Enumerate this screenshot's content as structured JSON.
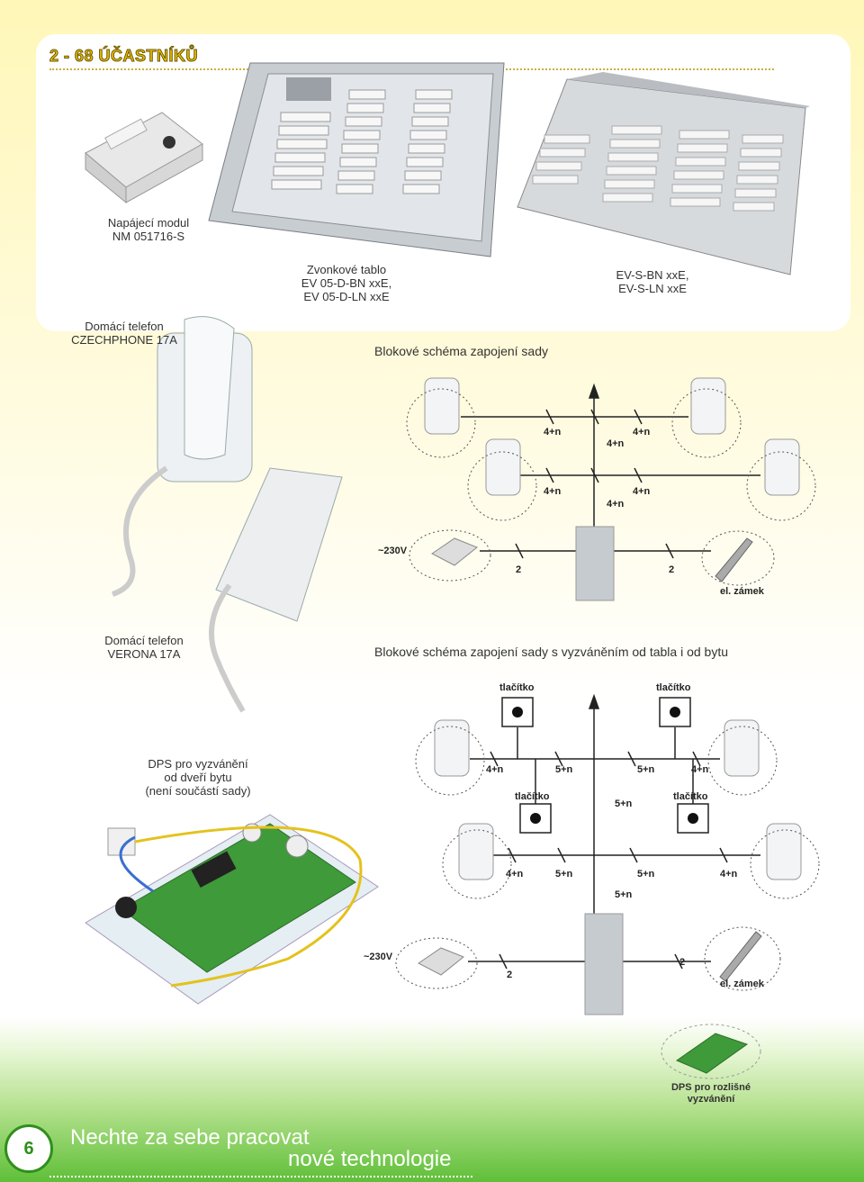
{
  "title": "2 - 68 ÚČASTNÍKŮ",
  "products": {
    "power_supply": {
      "line1": "Napájecí modul",
      "line2": "NM 051716-S"
    },
    "door_panel": {
      "line1": "Zvonkové tablo",
      "line2": "EV 05-D-BN xxE,",
      "line3": "EV 05-D-LN xxE"
    },
    "steel_panel": {
      "line1": "EV-S-BN xxE,",
      "line2": "EV-S-LN xxE"
    },
    "phone_czechphone": {
      "line1": "Domácí telefon",
      "line2": "CZECHPHONE 17A"
    },
    "phone_verona": {
      "line1": "Domácí telefon",
      "line2": "VERONA 17A"
    },
    "dps_board": {
      "line1": "DPS pro vyzvánění",
      "line2": "od dveří bytu",
      "line3": "(není součástí sady)"
    },
    "dps_small": {
      "line1": "DPS pro rozlišné",
      "line2": "vyzvánění"
    }
  },
  "diagram1": {
    "title": "Blokové schéma zapojení sady",
    "labels": {
      "n4": "4+n",
      "mains": "~230V",
      "two": "2",
      "lock": "el. zámek"
    }
  },
  "diagram2": {
    "title": "Blokové schéma zapojení sady s vyzváněním od tabla i od bytu",
    "labels": {
      "button": "tlačítko",
      "n4": "4+n",
      "n5": "5+n",
      "mains": "~230V",
      "two": "2",
      "lock": "el. zámek"
    }
  },
  "footer": {
    "page_number": "6",
    "slogan_line1": "Nechte za sebe pracovat",
    "slogan_line2": "nové technologie"
  },
  "colors": {
    "title_fill": "#f0c000",
    "footer_green": "#5fbf38"
  }
}
